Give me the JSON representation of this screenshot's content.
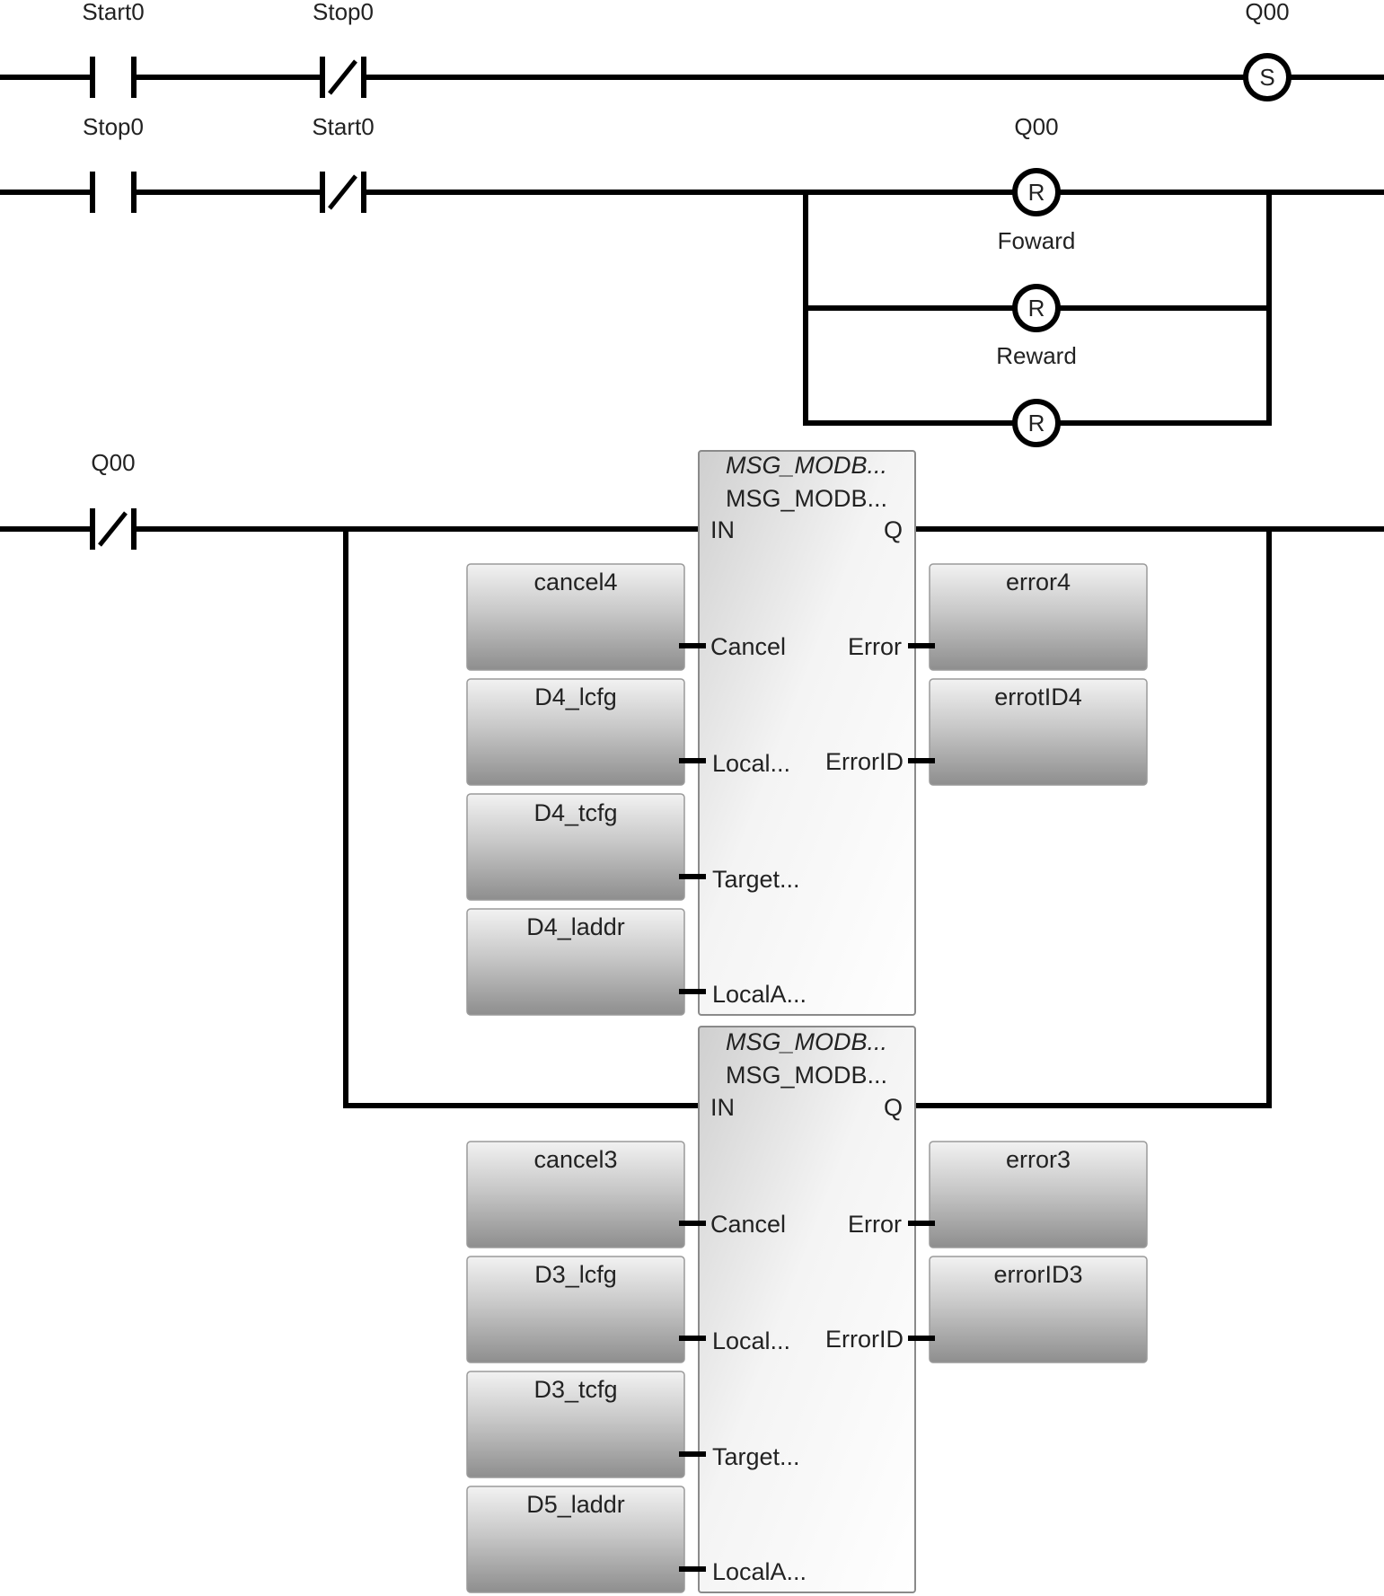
{
  "rungs": [
    {
      "contacts": [
        {
          "label": "Start0",
          "type": "NO"
        },
        {
          "label": "Stop0",
          "type": "NC"
        }
      ],
      "coils": [
        {
          "label": "Q00",
          "letter": "S"
        }
      ]
    },
    {
      "contacts": [
        {
          "label": "Stop0",
          "type": "NO"
        },
        {
          "label": "Start0",
          "type": "NC"
        }
      ],
      "coils": [
        {
          "label": "Q00",
          "letter": "R"
        },
        {
          "label": "Foward",
          "letter": "R"
        },
        {
          "label": "Reward",
          "letter": "R"
        }
      ]
    },
    {
      "contacts": [
        {
          "label": "Q00",
          "type": "NC"
        }
      ],
      "blocks": [
        {
          "type_name": "MSG_MODB...",
          "instance_name": "MSG_MODB...",
          "in_pin": "IN",
          "out_pin": "Q",
          "inputs": [
            {
              "pin": "Cancel",
              "var": "cancel4"
            },
            {
              "pin": "Local...",
              "var": "D4_lcfg"
            },
            {
              "pin": "Target...",
              "var": "D4_tcfg"
            },
            {
              "pin": "LocalA...",
              "var": "D4_laddr"
            }
          ],
          "outputs": [
            {
              "pin": "Error",
              "var": "error4"
            },
            {
              "pin": "ErrorID",
              "var": "errotID4"
            }
          ]
        },
        {
          "type_name": "MSG_MODB...",
          "instance_name": "MSG_MODB...",
          "in_pin": "IN",
          "out_pin": "Q",
          "inputs": [
            {
              "pin": "Cancel",
              "var": "cancel3"
            },
            {
              "pin": "Local...",
              "var": "D3_lcfg"
            },
            {
              "pin": "Target...",
              "var": "D3_tcfg"
            },
            {
              "pin": "LocalA...",
              "var": "D5_laddr"
            }
          ],
          "outputs": [
            {
              "pin": "Error",
              "var": "error3"
            },
            {
              "pin": "ErrorID",
              "var": "errorID3"
            }
          ]
        }
      ]
    }
  ]
}
